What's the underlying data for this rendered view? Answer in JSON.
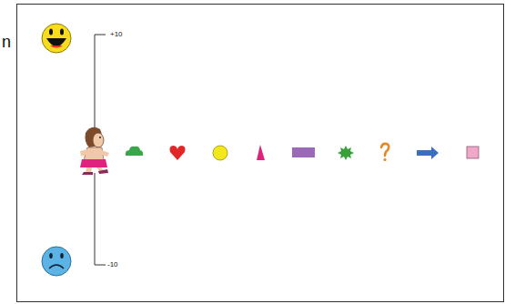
{
  "diagram": {
    "labels": [
      "n",
      "+10",
      "-10"
    ]
  }
}
